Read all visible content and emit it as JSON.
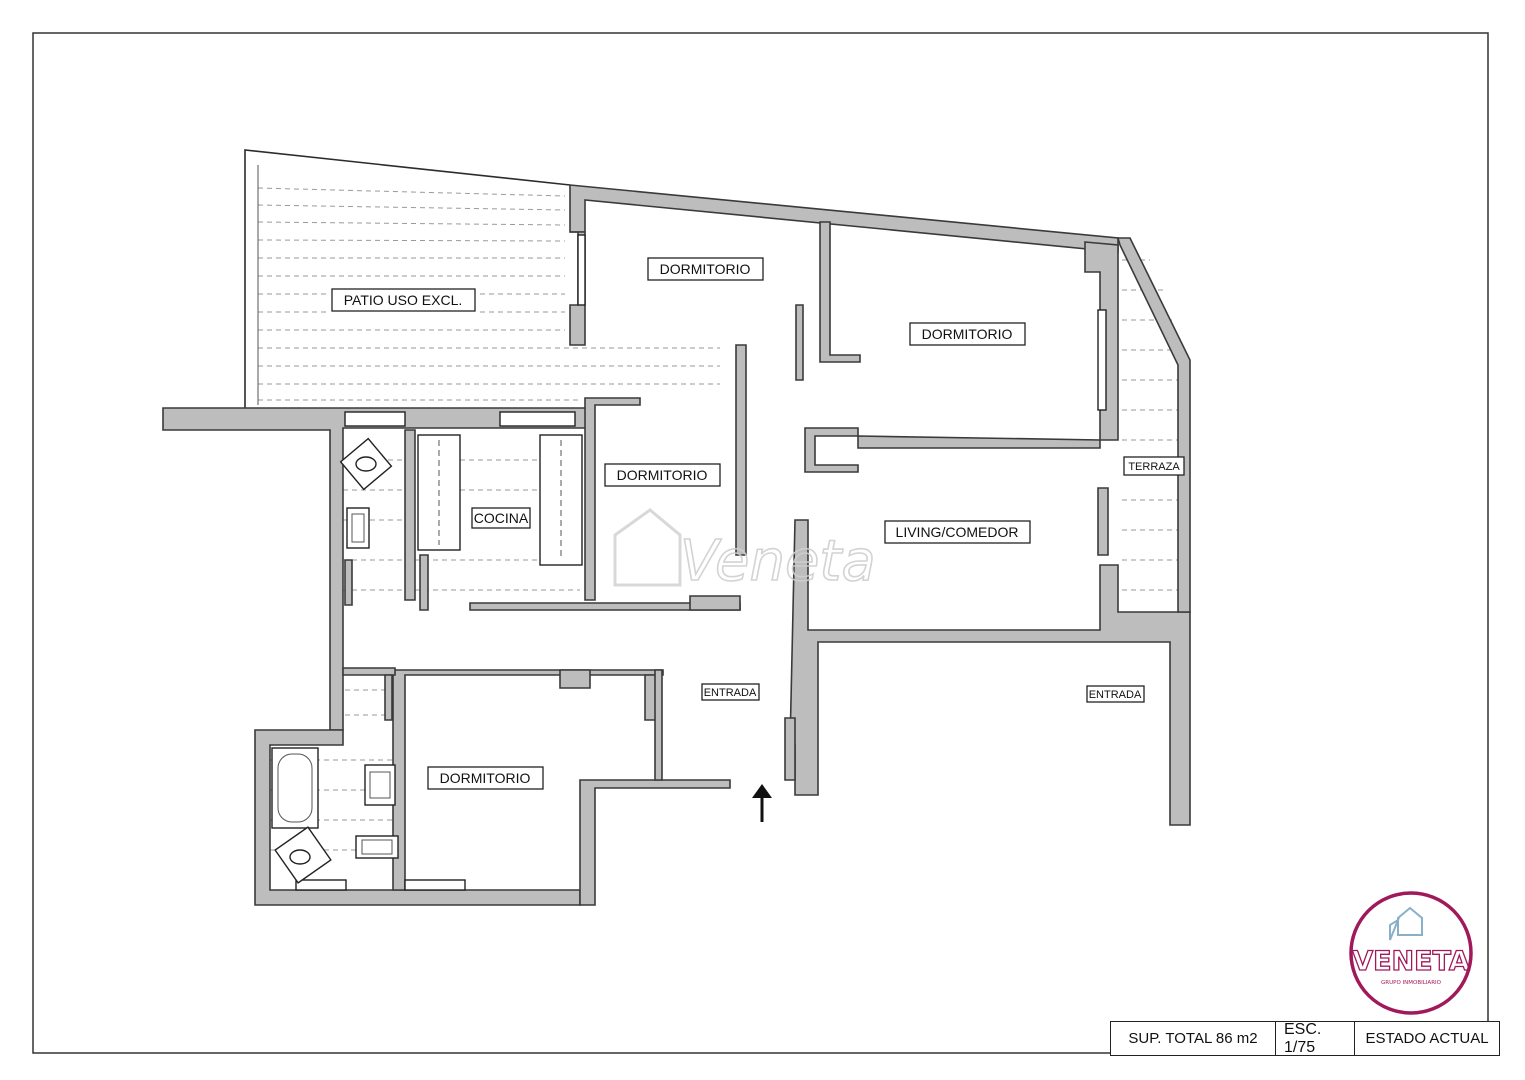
{
  "rooms": {
    "patio": "PATIO USO EXCL.",
    "dormitorio_top": "DORMITORIO",
    "dormitorio_right": "DORMITORIO",
    "dormitorio_center": "DORMITORIO",
    "cocina": "COCINA",
    "living": "LIVING/COMEDOR",
    "terraza": "TERRAZA",
    "entrada_inner": "ENTRADA",
    "entrada_outer": "ENTRADA",
    "dormitorio_bottom": "DORMITORIO"
  },
  "title_block": {
    "surface": "SUP.  TOTAL 86 m2",
    "scale": "ESC. 1/75",
    "state": "ESTADO ACTUAL"
  },
  "logo": {
    "name": "VENETA",
    "tagline": "GRUPO INMOBILIARIO",
    "color": "#a0195a"
  },
  "watermark": "Veneta",
  "colors": {
    "wall_fill": "#bdbdbd",
    "line": "#2c2c2c",
    "brand": "#a0195a"
  }
}
